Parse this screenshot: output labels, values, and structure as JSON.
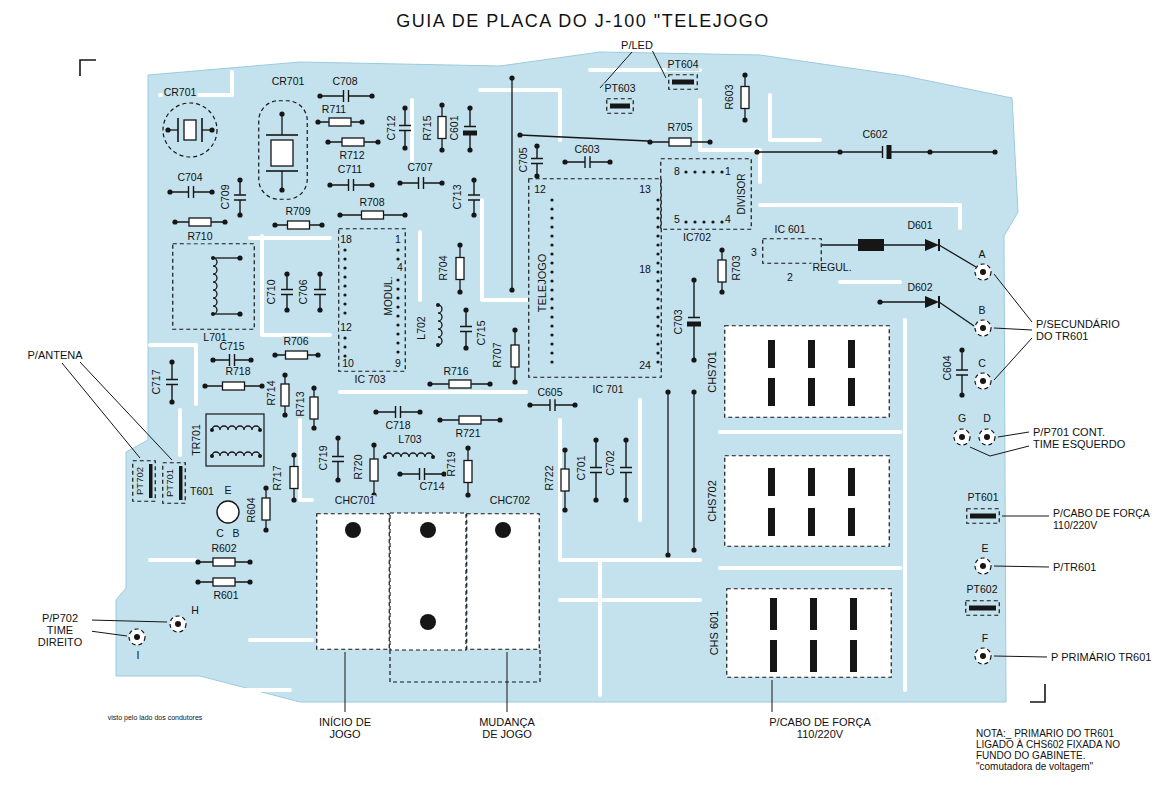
{
  "diagram": {
    "title": "GUIA DE PLACA DO J-100 \"TELEJOGO",
    "nodes": [
      {
        "text": [
          "CR701"
        ]
      },
      {
        "text": [
          "CR701"
        ]
      },
      {
        "text": [
          "PT604"
        ]
      },
      {
        "text": [
          "PT603"
        ]
      },
      {
        "text": [
          "DIVISOR",
          "IC702"
        ]
      },
      {
        "text": [
          "IC 601",
          "REGUL."
        ]
      },
      {
        "text": [
          "L701"
        ]
      },
      {
        "text": [
          "MODUL.",
          "IC 703"
        ]
      },
      {
        "text": [
          "TELEJOGO",
          "IC 701"
        ]
      },
      {
        "text": [
          "A"
        ]
      },
      {
        "text": [
          "B"
        ]
      },
      {
        "text": [
          "CHS701"
        ]
      },
      {
        "text": [
          "C"
        ]
      },
      {
        "text": [
          "G"
        ]
      },
      {
        "text": [
          "D"
        ]
      },
      {
        "text": [
          "PT702"
        ]
      },
      {
        "text": [
          "PT701"
        ]
      },
      {
        "text": [
          "T601",
          "E",
          "C",
          "B"
        ]
      },
      {
        "text": [
          "CHS702"
        ]
      },
      {
        "text": [
          "CHC701"
        ]
      },
      {
        "text": [
          "CHC702"
        ]
      },
      {
        "text": [
          "PT601"
        ]
      },
      {
        "text": [
          "E"
        ]
      },
      {
        "text": [
          "H"
        ]
      },
      {
        "text": [
          "I"
        ]
      },
      {
        "text": [
          "CHS 601"
        ]
      },
      {
        "text": [
          "PT602"
        ]
      },
      {
        "text": [
          "F"
        ]
      }
    ],
    "labels": [
      "P/LED",
      "C708",
      "R711",
      "C712",
      "R715",
      "C601",
      "R603",
      "R705",
      "C602",
      "C603",
      "R712",
      "C705",
      "C704",
      "C711",
      "C707",
      "C713",
      "C709",
      "8",
      "1",
      "12",
      "13",
      "R708",
      "R709",
      "18",
      "1",
      "5",
      "4",
      "R710",
      "3",
      "2",
      "D601",
      "R703",
      "R704",
      "4",
      "18",
      "D602",
      "C710",
      "C706",
      "C703",
      "12",
      "L702",
      "C715",
      "R706",
      "C715",
      "R707",
      "C604",
      "10",
      "9",
      "24",
      "R718",
      "R716",
      "C717",
      "C605",
      "R714",
      "R713",
      "C718",
      "R721",
      "TR701",
      "L703",
      "C719",
      "R719",
      "R720",
      "C702",
      "C701",
      "R717",
      "R722",
      "C714",
      "R604",
      "R602",
      "R601",
      "P/ANTENA",
      "P/P702 TIME DIREITO",
      "P/SECUNDÁRIO DO TR601",
      "P/P701 CONT. TIME ESQUERDO",
      "P/CABO DE FORÇA 110/220V",
      "P/TR601",
      "P PRIMÁRIO TR601",
      "INÍCIO DE JOGO",
      "MUDANÇA DE JOGO",
      "P/CABO DE FORÇA 110/220V",
      "visto pelo lado dos condutores",
      "NOTA:_ PRIMARIO DO TR601 LIGADO À CHS602 FIXADA NO FUNDO DO GABINETE. \"comutadora de voltagem\""
    ]
  }
}
